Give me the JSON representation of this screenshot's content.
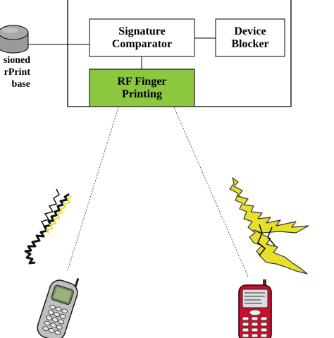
{
  "blocks": {
    "signature_comparator": {
      "line1": "Signature",
      "line2": "Comparator"
    },
    "device_blocker": {
      "line1": "Device",
      "line2": "Blocker"
    },
    "rf_fingerprinting": {
      "line1": "RF Finger",
      "line2": "Printing",
      "fill": "#8dc63f"
    }
  },
  "database": {
    "line1": "sioned",
    "line2": "rPrint",
    "line3": "base"
  },
  "colors": {
    "box_border": "#000000",
    "rf_fill": "#8dc63f",
    "signal_yellow": "#e6e02a",
    "phone_left_body": "#c0c0c0",
    "phone_right_body": "#c8102e"
  },
  "icons": {
    "database": "database-cylinder-icon",
    "phone_left": "mobile-phone-icon",
    "phone_right": "mobile-phone-icon",
    "signal_left": "rf-signal-waveform-icon",
    "signal_right": "rf-signal-waveform-icon"
  }
}
